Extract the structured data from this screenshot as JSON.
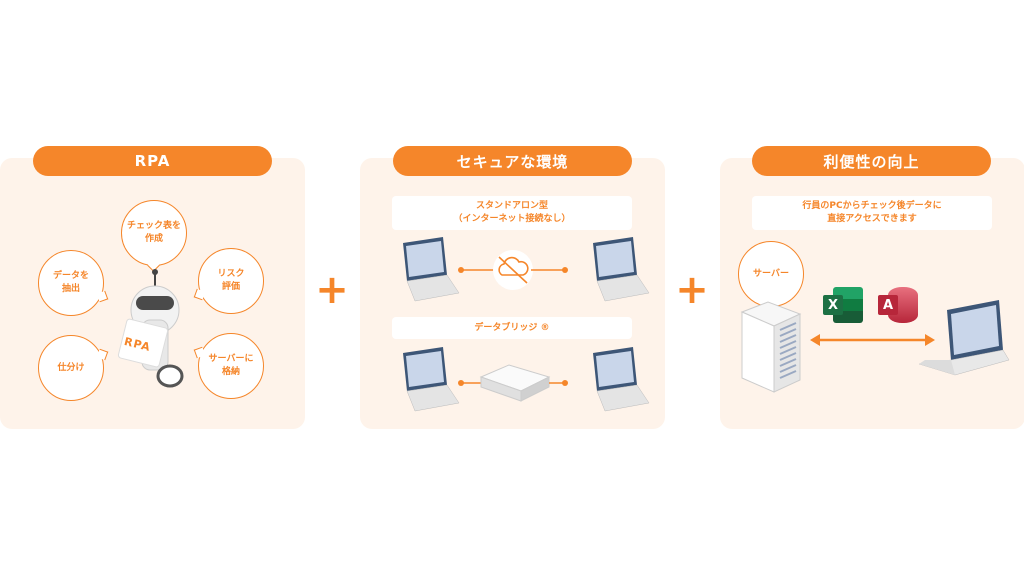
{
  "panels": {
    "rpa": {
      "title": "RPA",
      "bubbles": {
        "check": "チェック表を\n作成",
        "extract": "データを\n抽出",
        "risk": "リスク\n評価",
        "sort": "仕分け",
        "store": "サーバーに\n格納"
      },
      "robot_label": "RPA"
    },
    "secure": {
      "title": "セキュアな環境",
      "standalone_label": "スタンドアロン型\n（インターネット接続なし）",
      "bridge_label": "データブリッジ ®"
    },
    "convenience": {
      "title": "利便性の向上",
      "access_label": "行員のPCからチェック後データに\n直接アクセスできます",
      "server_bubble": "サーバー",
      "excel_letter": "X",
      "access_letter": "A"
    }
  },
  "plus_sign": "+",
  "colors": {
    "accent": "#f5862a",
    "panel_bg": "#fef3ea",
    "excel_green": "#1d7044",
    "access_red": "#b7263a"
  }
}
